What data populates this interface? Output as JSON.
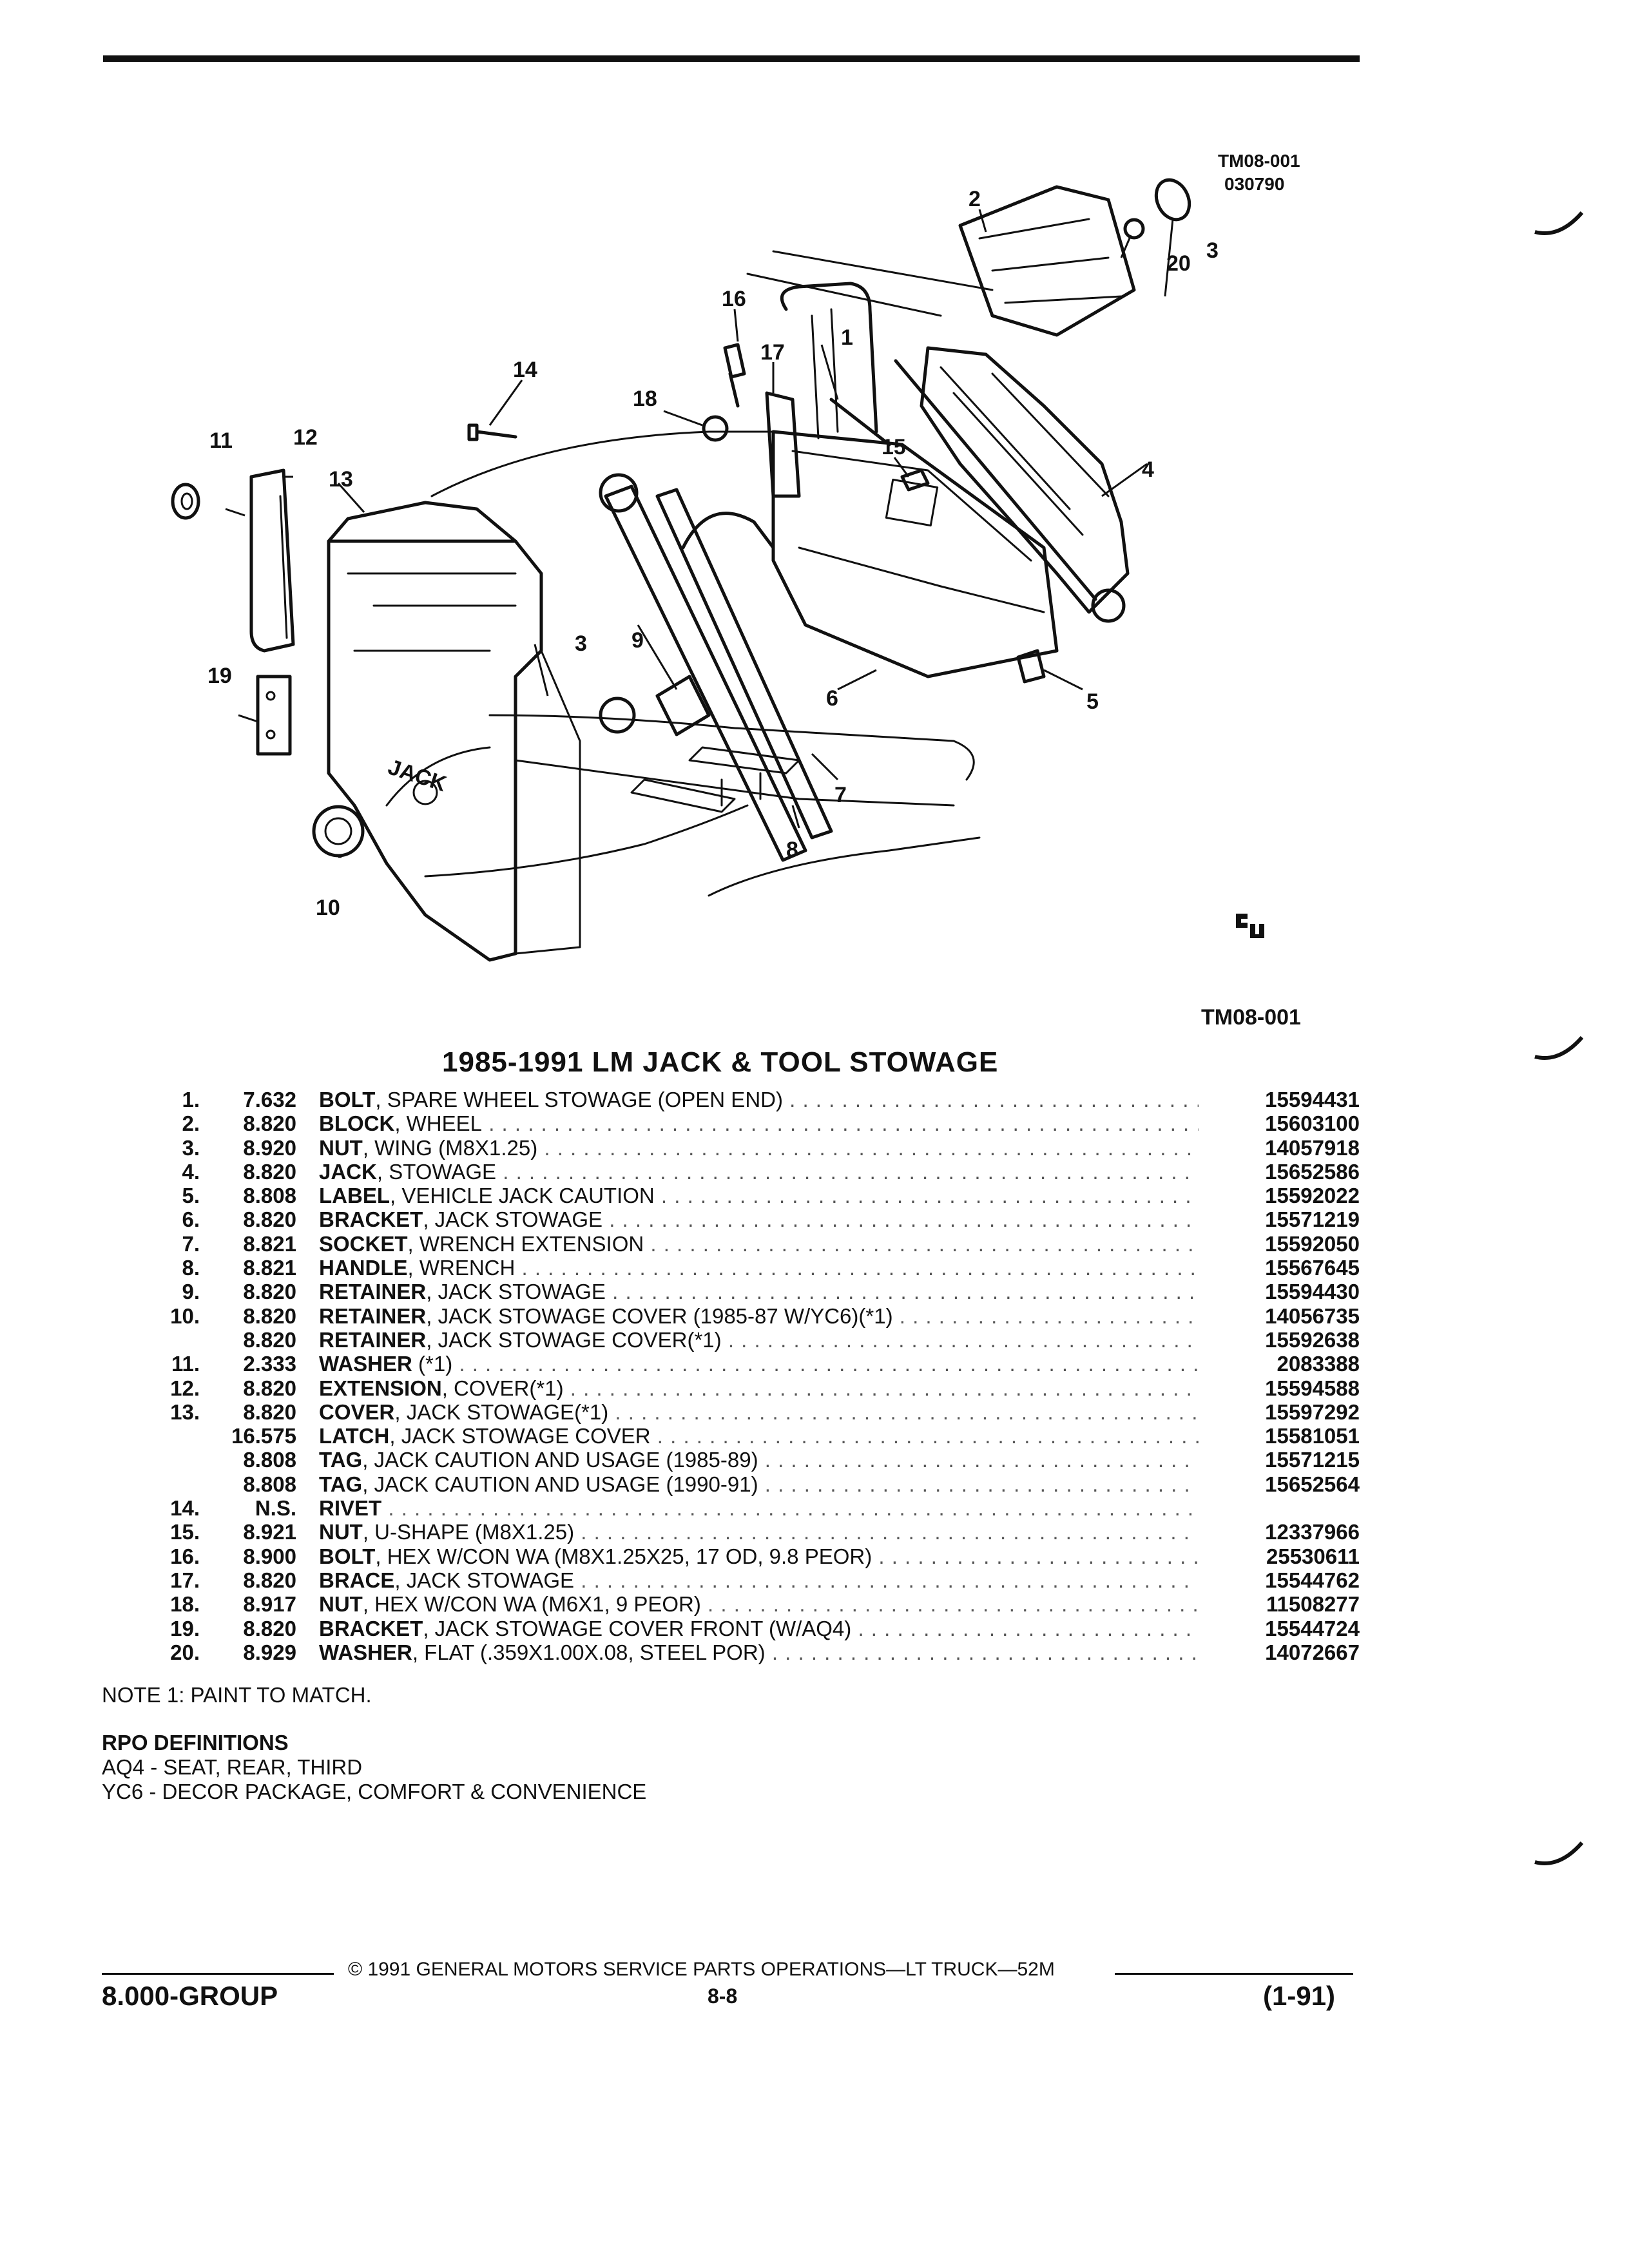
{
  "header": {
    "tm_code": "TM08-001",
    "tm_date": "030790"
  },
  "figure": {
    "callouts": [
      "1",
      "2",
      "3",
      "3",
      "4",
      "5",
      "6",
      "7",
      "8",
      "9",
      "10",
      "11",
      "12",
      "13",
      "14",
      "15",
      "16",
      "17",
      "18",
      "19",
      "20"
    ],
    "tm_code_bottom": "TM08-001",
    "label_jack": "JACK"
  },
  "title": "1985-1991 LM JACK & TOOL STOWAGE",
  "parts": [
    {
      "num": "1.",
      "group": "7.632",
      "name": "BOLT",
      "detail": ", SPARE WHEEL STOWAGE (OPEN END)",
      "part": "15594431"
    },
    {
      "num": "2.",
      "group": "8.820",
      "name": "BLOCK",
      "detail": ", WHEEL",
      "part": "15603100"
    },
    {
      "num": "3.",
      "group": "8.920",
      "name": "NUT",
      "detail": ", WING (M8X1.25)",
      "part": "14057918"
    },
    {
      "num": "4.",
      "group": "8.820",
      "name": "JACK",
      "detail": ", STOWAGE",
      "part": "15652586"
    },
    {
      "num": "5.",
      "group": "8.808",
      "name": "LABEL",
      "detail": ", VEHICLE JACK CAUTION",
      "part": "15592022"
    },
    {
      "num": "6.",
      "group": "8.820",
      "name": "BRACKET",
      "detail": ", JACK STOWAGE",
      "part": "15571219"
    },
    {
      "num": "7.",
      "group": "8.821",
      "name": "SOCKET",
      "detail": ", WRENCH EXTENSION",
      "part": "15592050"
    },
    {
      "num": "8.",
      "group": "8.821",
      "name": "HANDLE",
      "detail": ", WRENCH",
      "part": "15567645"
    },
    {
      "num": "9.",
      "group": "8.820",
      "name": "RETAINER",
      "detail": ", JACK STOWAGE",
      "part": "15594430"
    },
    {
      "num": "10.",
      "group": "8.820",
      "name": "RETAINER",
      "detail": ", JACK STOWAGE COVER (1985-87 W/YC6)(*1)",
      "part": "14056735"
    },
    {
      "num": "",
      "group": "8.820",
      "name": "RETAINER",
      "detail": ", JACK STOWAGE COVER(*1)",
      "part": "15592638"
    },
    {
      "num": "11.",
      "group": "2.333",
      "name": "WASHER",
      "detail": " (*1)",
      "part": "2083388"
    },
    {
      "num": "12.",
      "group": "8.820",
      "name": "EXTENSION",
      "detail": ", COVER(*1)",
      "part": "15594588"
    },
    {
      "num": "13.",
      "group": "8.820",
      "name": "COVER",
      "detail": ", JACK STOWAGE(*1)",
      "part": "15597292"
    },
    {
      "num": "",
      "group": "16.575",
      "name": "LATCH",
      "detail": ", JACK STOWAGE COVER",
      "part": "15581051"
    },
    {
      "num": "",
      "group": "8.808",
      "name": "TAG",
      "detail": ", JACK CAUTION AND USAGE (1985-89)",
      "part": "15571215"
    },
    {
      "num": "",
      "group": "8.808",
      "name": "TAG",
      "detail": ", JACK CAUTION AND USAGE (1990-91)",
      "part": "15652564"
    },
    {
      "num": "14.",
      "group": "N.S.",
      "name": "RIVET",
      "detail": "",
      "part": ""
    },
    {
      "num": "15.",
      "group": "8.921",
      "name": "NUT",
      "detail": ", U-SHAPE (M8X1.25)",
      "part": "12337966"
    },
    {
      "num": "16.",
      "group": "8.900",
      "name": "BOLT",
      "detail": ", HEX W/CON WA (M8X1.25X25, 17 OD, 9.8 PEOR)",
      "part": "25530611"
    },
    {
      "num": "17.",
      "group": "8.820",
      "name": "BRACE",
      "detail": ", JACK STOWAGE",
      "part": "15544762"
    },
    {
      "num": "18.",
      "group": "8.917",
      "name": "NUT",
      "detail": ", HEX W/CON WA (M6X1, 9 PEOR)",
      "part": "11508277"
    },
    {
      "num": "19.",
      "group": "8.820",
      "name": "BRACKET",
      "detail": ", JACK STOWAGE COVER FRONT (W/AQ4)",
      "part": "15544724"
    },
    {
      "num": "20.",
      "group": "8.929",
      "name": "WASHER",
      "detail": ", FLAT (.359X1.00X.08, STEEL POR)",
      "part": "14072667"
    }
  ],
  "note": "NOTE  1:  PAINT TO MATCH.",
  "rpo": {
    "heading": "RPO DEFINITIONS",
    "items": [
      "AQ4 - SEAT, REAR, THIRD",
      "YC6 - DECOR PACKAGE, COMFORT & CONVENIENCE"
    ]
  },
  "footer": {
    "copyright": "© 1991  GENERAL MOTORS SERVICE PARTS OPERATIONS—LT TRUCK—52M",
    "group": "8.000-GROUP",
    "page": "8-8",
    "revision": "(1-91)"
  }
}
